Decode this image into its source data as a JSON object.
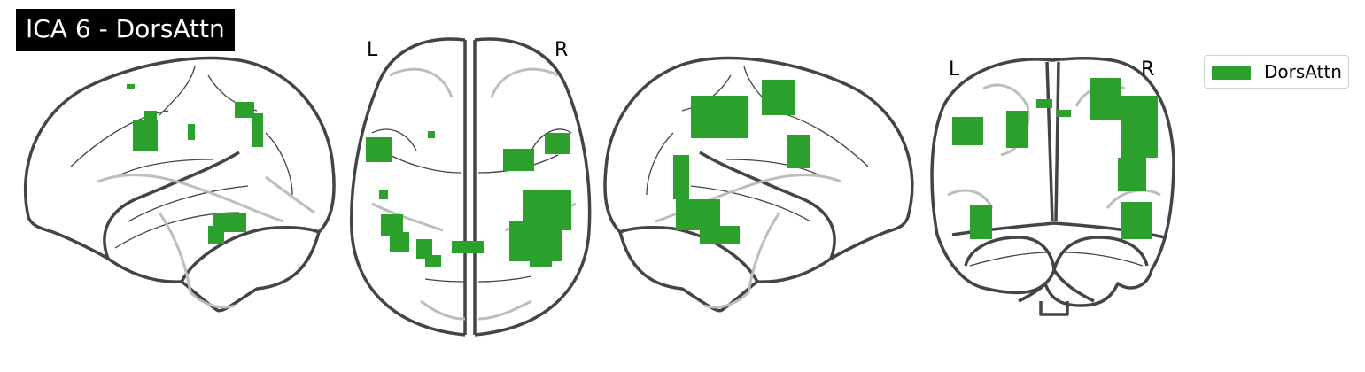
{
  "figure": {
    "title": "ICA 6 - DorsAttn",
    "network_color": "#2ca02c",
    "views": [
      {
        "view": "left-sagittal"
      },
      {
        "view": "axial",
        "left_label": "L",
        "right_label": "R"
      },
      {
        "view": "right-sagittal"
      },
      {
        "view": "coronal",
        "left_label": "L",
        "right_label": "R"
      }
    ],
    "legend": {
      "label": "DorsAttn",
      "color": "#2ca02c"
    }
  }
}
